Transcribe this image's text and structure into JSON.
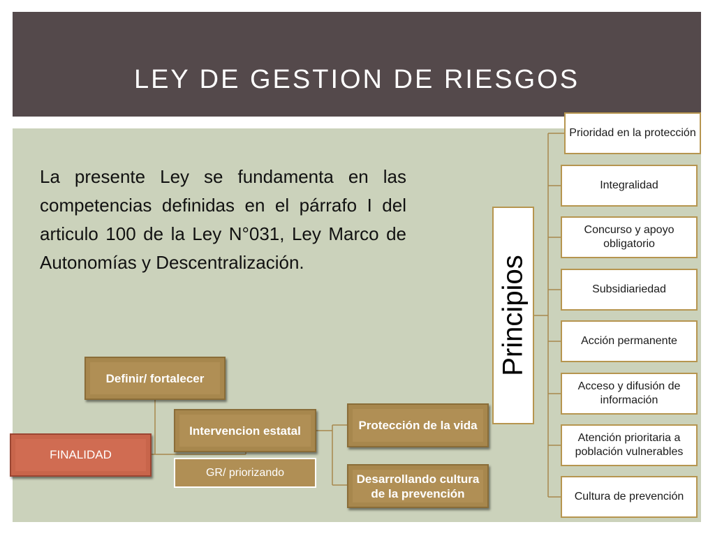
{
  "header": {
    "title": "LEY DE GESTION DE RIESGOS"
  },
  "body_text": "La presente Ley se fundamenta en las competencias definidas en el párrafo I del articulo 100 de la Ley N°031, Ley Marco de Autonomías y Descentralización.",
  "diagram": {
    "finalidad": "FINALIDAD",
    "definir": "Definir/ fortalecer",
    "intervencion": "Intervencion estatal",
    "gr": "GR/ priorizando",
    "proteccion": "Protección de la vida",
    "cultura": "Desarrollando cultura de la prevención",
    "principios_label": "Principios",
    "principios": [
      "Prioridad en la protección",
      "Integralidad",
      "Concurso y apoyo obligatorio",
      "Subsidiariedad",
      "Acción permanente",
      "Acceso y difusión de información",
      "Atención prioritaria a población vulnerables",
      "Cultura de prevención"
    ]
  }
}
